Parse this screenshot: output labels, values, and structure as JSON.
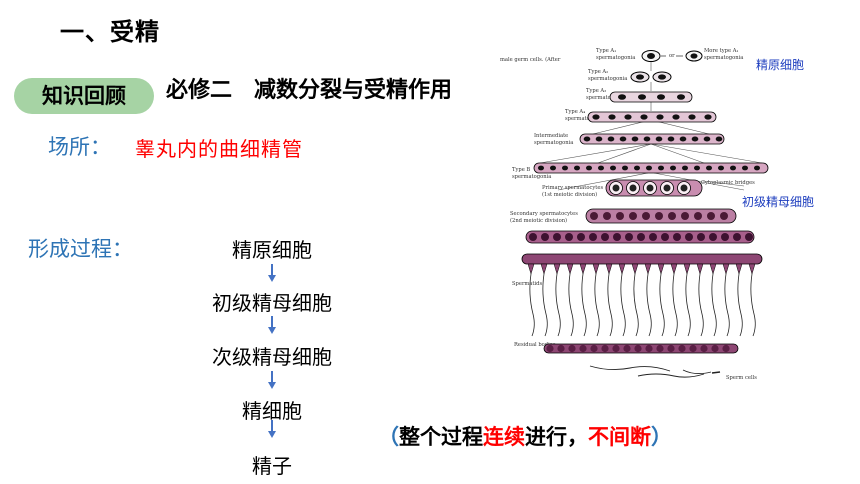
{
  "title": "一、受精",
  "review_pill": "知识回顾",
  "subject": "必修二　减数分裂与受精作用",
  "location": {
    "label": "场所：",
    "value": "睾丸内的曲细精管"
  },
  "process": {
    "label": "形成过程：",
    "stages": [
      "精原细胞",
      "初级精母细胞",
      "次级精母细胞",
      "精细胞",
      "精子"
    ]
  },
  "note": {
    "open": "（",
    "part1": "整个过程",
    "red1": "连续",
    "part2": "进行，",
    "red2": "不间断",
    "close": "）"
  },
  "diagram": {
    "labels": {
      "male_germ": "male germ cells. (After",
      "type_a1": "Type A₁",
      "type_a1_sub": "spermatogonia",
      "or": "or",
      "more_type_a1": "More type A₁",
      "more_type_a1_sub": "spermatogonia",
      "type_a2": "Type A₂",
      "type_a2_sub": "spermatogonia",
      "type_a3": "Type A₃",
      "type_a3_sub": "spermatogonia",
      "type_a4": "Type A₄",
      "type_a4_sub": "spermatogonia",
      "intermediate": "Intermediate",
      "intermediate_sub": "spermatogonia",
      "type_b": "Type B",
      "type_b_sub": "spermatogonia",
      "cytoplasmic_bridges": "Cytoplasmic bridges",
      "primary": "Primary spermatocytes",
      "primary_sub": "(1st meiotic division)",
      "secondary": "Secondary spermatocytes",
      "secondary_sub": "(2nd meiotic division)",
      "spermatids": "Spermatids",
      "residual": "Residual bodies",
      "sperm_cells": "Sperm cells"
    },
    "annotation_spermatogonium": "精原细胞",
    "annotation_primary": "初级精母细胞"
  },
  "colors": {
    "pill": "#a6d3a4",
    "blue": "#2e74b5",
    "red": "#ff0000",
    "cell_pink": "#e0a8c8",
    "cell_dark": "#6b2a4f"
  }
}
